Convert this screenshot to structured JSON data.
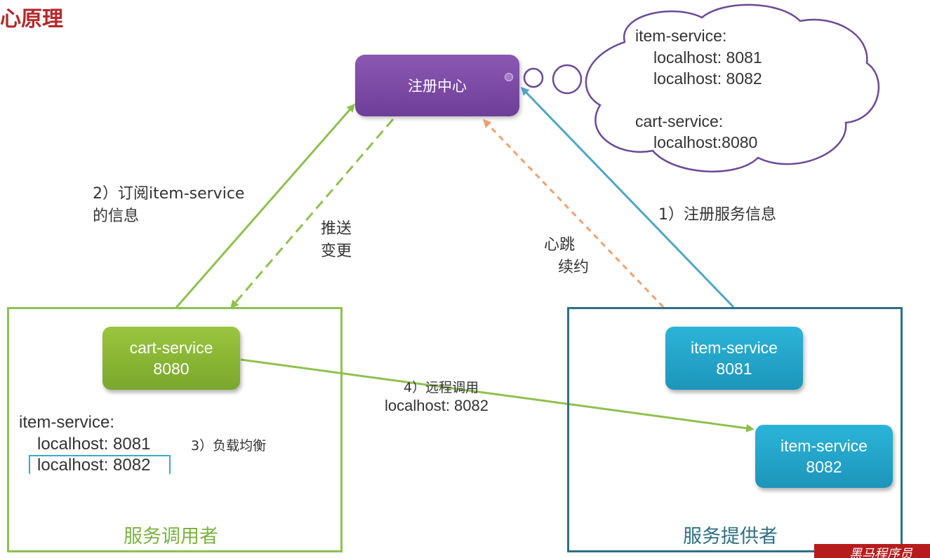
{
  "page": {
    "title": "心原理"
  },
  "registry": {
    "label": "注册中心"
  },
  "cloud": {
    "lines": [
      "item-service:",
      "localhost: 8081",
      "localhost: 8082",
      "cart-service:",
      "localhost:8080"
    ]
  },
  "consumer": {
    "title": "服务调用者",
    "service_name": "cart-service",
    "service_port": "8080",
    "list_header": "item-service:",
    "list_items": [
      "localhost: 8081",
      "localhost: 8082"
    ],
    "selected_index": 1
  },
  "provider": {
    "title": "服务提供者",
    "instances": [
      {
        "name": "item-service",
        "port": "8081"
      },
      {
        "name": "item-service",
        "port": "8082"
      }
    ]
  },
  "steps": {
    "register": "1）注册服务信息",
    "subscribe_line1": "2）订阅item-service",
    "subscribe_line2": "的信息",
    "push_line1": "推送",
    "push_line2": "变更",
    "heartbeat_line1": "心跳",
    "heartbeat_line2": "续约",
    "load_balance": "3）负载均衡",
    "remote_call_line1": "4）远程调用",
    "remote_call_line2": "localhost: 8082"
  },
  "watermark": {
    "text": "黑马程序员"
  },
  "colors": {
    "registry": "#7b4ba6",
    "consumer_green": "#8fc04f",
    "provider_blue": "#2f6f86",
    "service_blue": "#24a6cc",
    "heartbeat_orange": "#f0a070",
    "title_red": "#b5282a"
  }
}
